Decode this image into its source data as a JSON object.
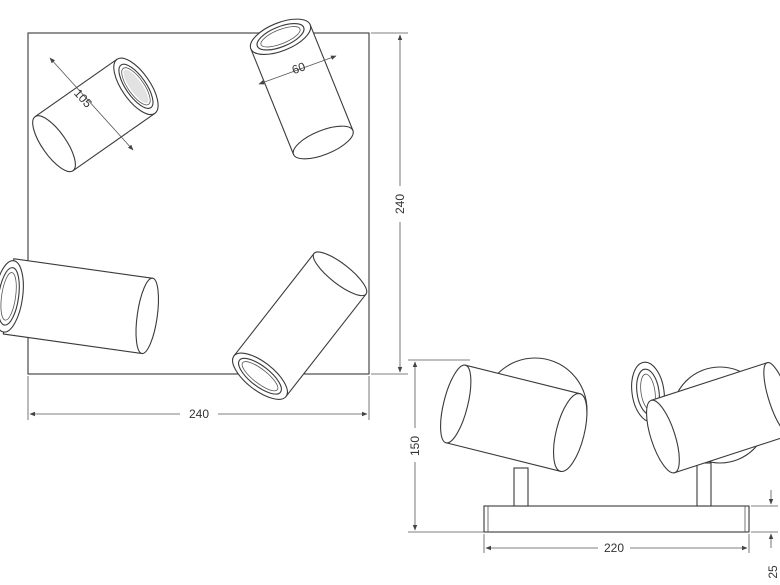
{
  "top_view": {
    "width_label": "240",
    "height_label": "240",
    "spot_length_label": "105",
    "spot_diameter_label": "60"
  },
  "side_view": {
    "height_label": "150",
    "base_width_label": "220",
    "base_thickness_label": "25"
  },
  "colors": {
    "line": "#3a3a3a",
    "background": "#ffffff"
  }
}
